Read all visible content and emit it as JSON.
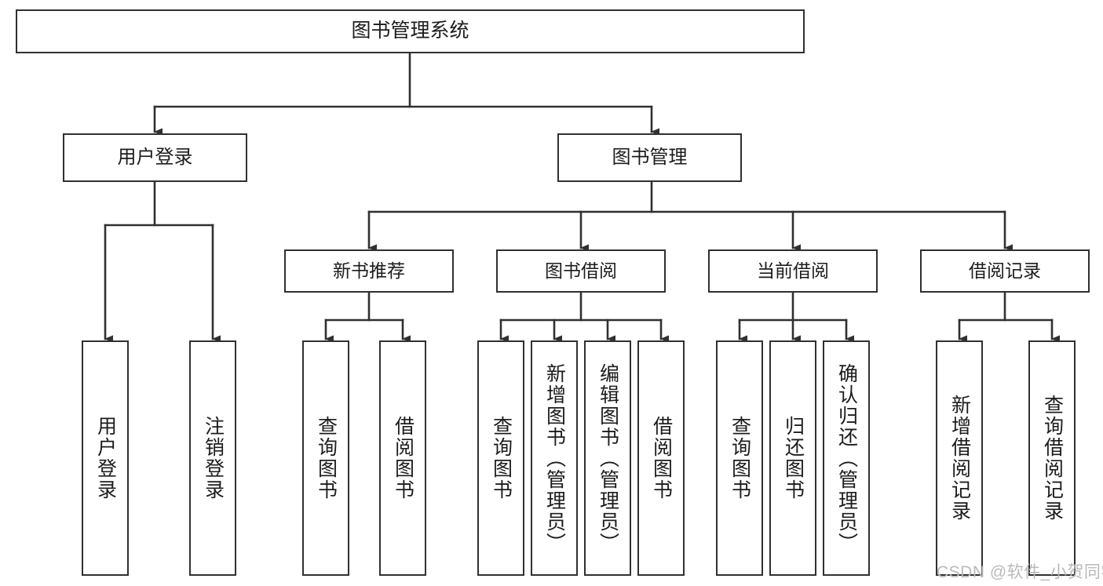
{
  "diagram": {
    "type": "tree-hierarchy-chart",
    "title": "图书管理系统",
    "stroke_color": "#30302f",
    "fill_color": "#ffffff",
    "text_color": "#1c1c1c",
    "root": {
      "id": "root",
      "label": "图书管理系统"
    },
    "level2": [
      {
        "id": "user-login",
        "label": "用户登录"
      },
      {
        "id": "book-manage",
        "label": "图书管理"
      }
    ],
    "level3": [
      {
        "id": "new-book-recommend",
        "label": "新书推荐",
        "parent": "book-manage"
      },
      {
        "id": "book-borrow",
        "label": "图书借阅",
        "parent": "book-manage"
      },
      {
        "id": "current-borrow",
        "label": "当前借阅",
        "parent": "book-manage"
      },
      {
        "id": "borrow-record",
        "label": "借阅记录",
        "parent": "book-manage"
      }
    ],
    "leaves": {
      "user-login": [
        {
          "id": "leaf-user-login",
          "label": "用户登录"
        },
        {
          "id": "leaf-user-logout",
          "label": "注销登录"
        }
      ],
      "new-book-recommend": [
        {
          "id": "leaf-query-book-1",
          "label": "查询图书"
        },
        {
          "id": "leaf-borrow-book-1",
          "label": "借阅图书"
        }
      ],
      "book-borrow": [
        {
          "id": "leaf-query-book-2",
          "label": "查询图书"
        },
        {
          "id": "leaf-add-book",
          "label": "新增图书（管理员）"
        },
        {
          "id": "leaf-edit-book",
          "label": "编辑图书（管理员）"
        },
        {
          "id": "leaf-borrow-book-2",
          "label": "借阅图书"
        }
      ],
      "current-borrow": [
        {
          "id": "leaf-query-book-3",
          "label": "查询图书"
        },
        {
          "id": "leaf-return-book",
          "label": "归还图书"
        },
        {
          "id": "leaf-confirm-return",
          "label": "确认归还（管理员）"
        }
      ],
      "borrow-record": [
        {
          "id": "leaf-add-record",
          "label": "新增借阅记录"
        },
        {
          "id": "leaf-query-record",
          "label": "查询借阅记录"
        }
      ]
    }
  },
  "watermark": {
    "text": "CSDN @软件_小贺同学"
  }
}
